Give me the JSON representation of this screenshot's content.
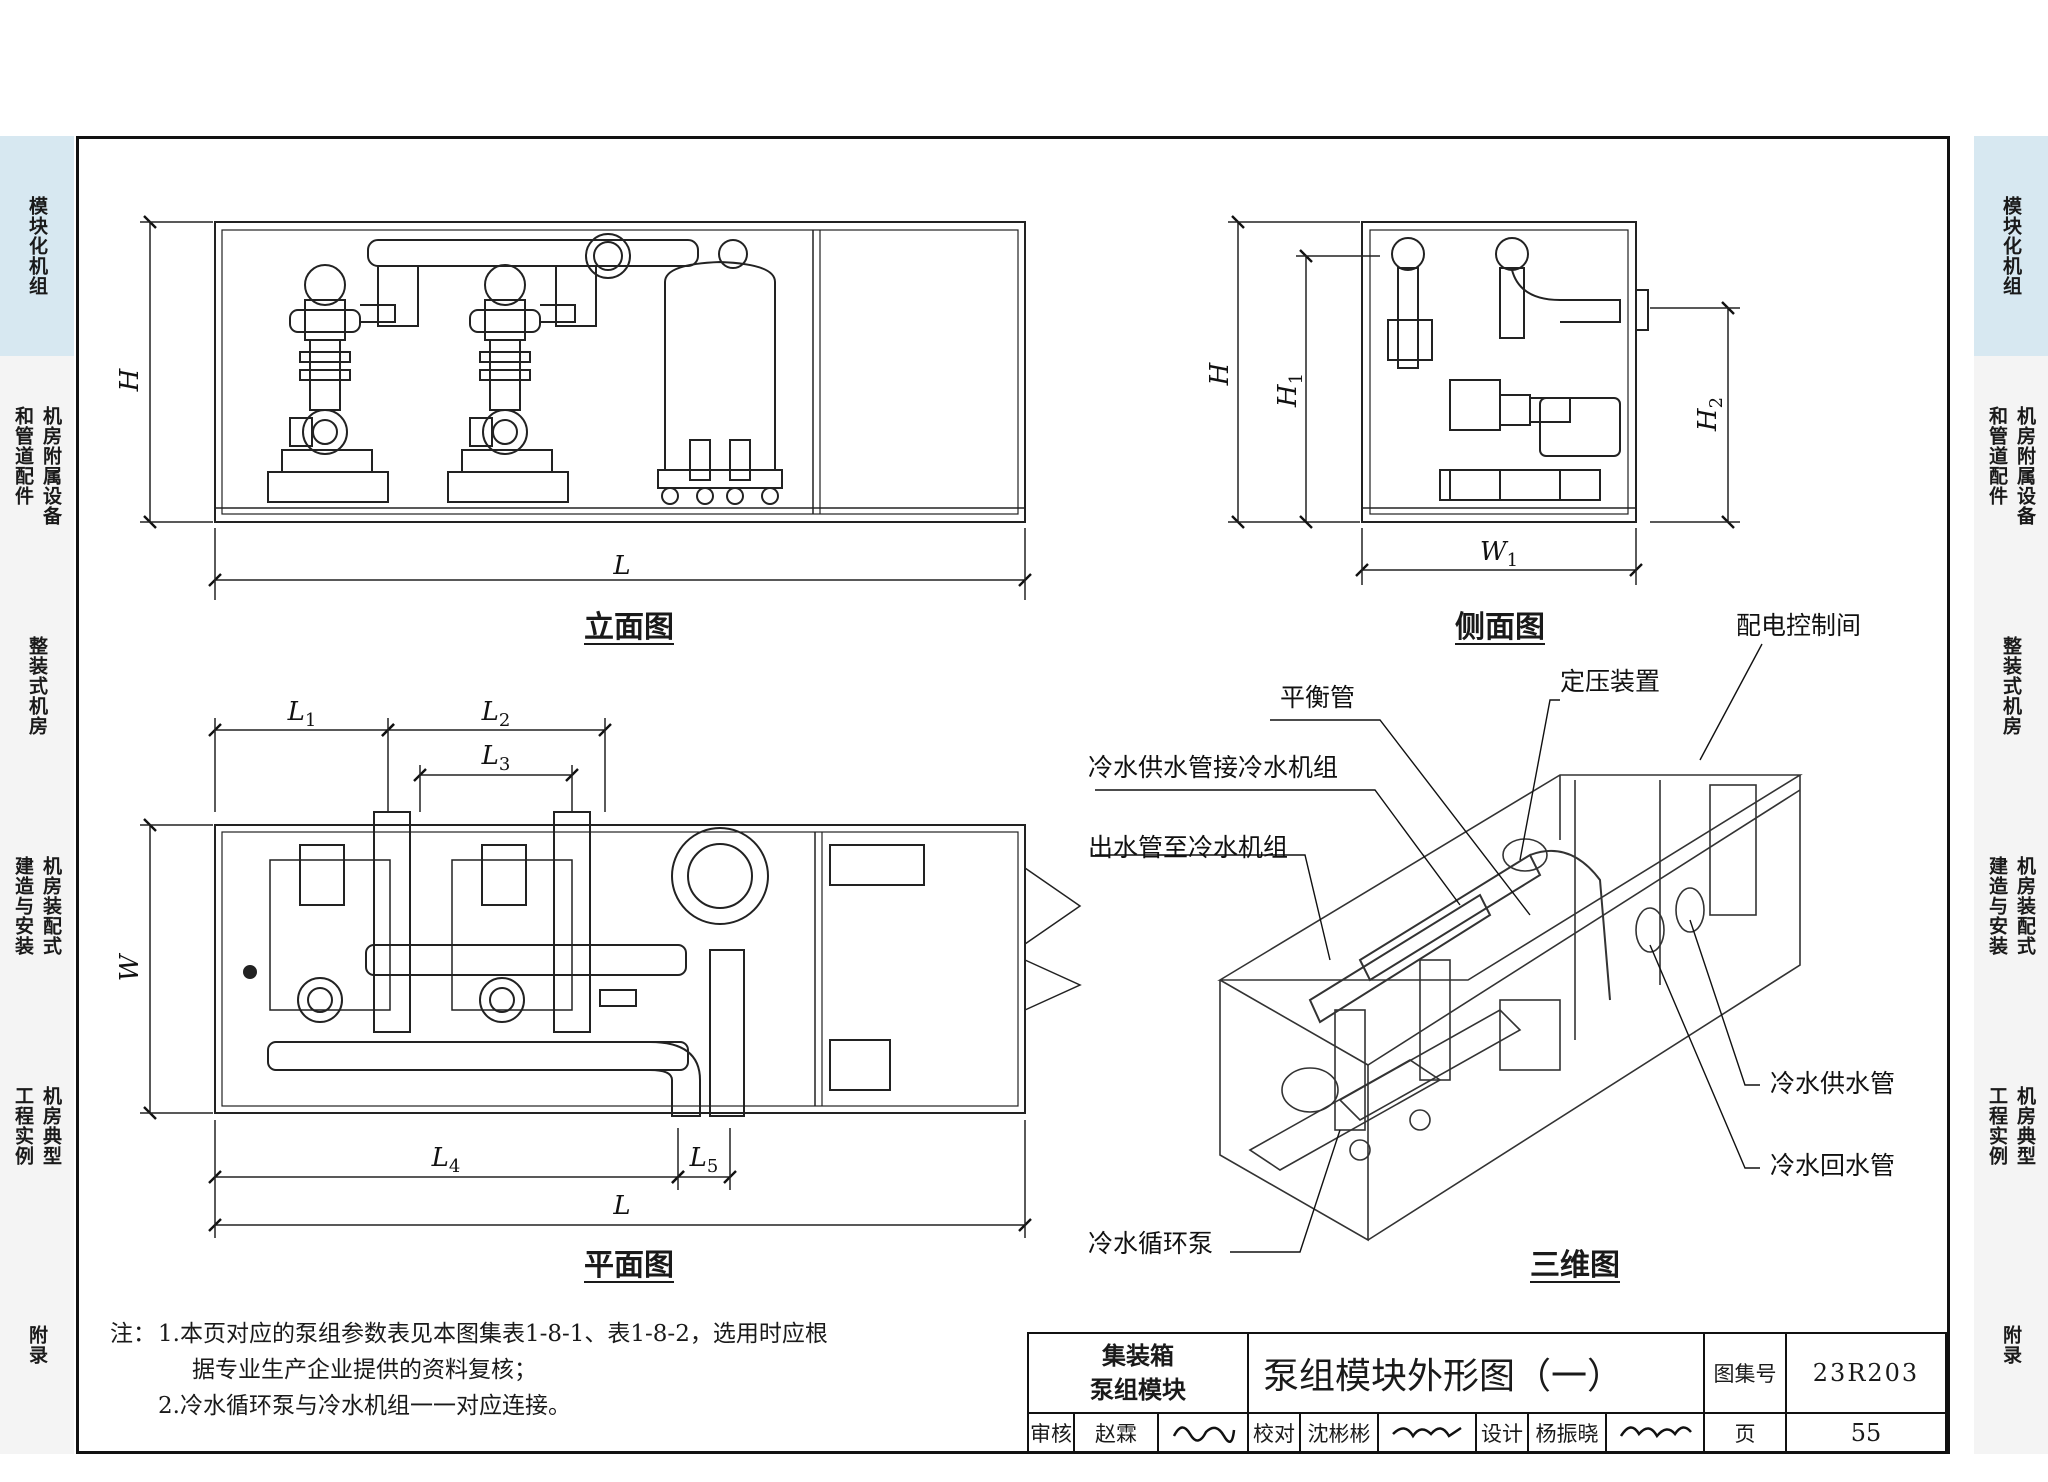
{
  "side_tabs": {
    "left": [
      {
        "cols": [
          "模块化机组"
        ],
        "active": true
      },
      {
        "cols": [
          "机房附属设备",
          "和管道配件"
        ],
        "active": false
      },
      {
        "cols": [
          "整装式机房"
        ],
        "active": false
      },
      {
        "cols": [
          "机房装配式",
          "建造与安装"
        ],
        "active": false
      },
      {
        "cols": [
          "机房典型",
          "工程实例"
        ],
        "active": false
      },
      {
        "cols": [
          "附录"
        ],
        "active": false
      }
    ],
    "right": [
      {
        "cols": [
          "模块化机组"
        ],
        "active": true
      },
      {
        "cols": [
          "机房附属设备",
          "和管道配件"
        ],
        "active": false
      },
      {
        "cols": [
          "整装式机房"
        ],
        "active": false
      },
      {
        "cols": [
          "机房装配式",
          "建造与安装"
        ],
        "active": false
      },
      {
        "cols": [
          "机房典型",
          "工程实例"
        ],
        "active": false
      },
      {
        "cols": [
          "附录"
        ],
        "active": false
      }
    ]
  },
  "views": {
    "elevation": "立面图",
    "side": "侧面图",
    "plan": "平面图",
    "three_d": "三维图"
  },
  "dims": {
    "H": "H",
    "L": "L",
    "W": "W",
    "H1": "H",
    "H1_sub": "1",
    "H2": "H",
    "H2_sub": "2",
    "W1": "W",
    "W1_sub": "1",
    "L1": "L",
    "L1_sub": "1",
    "L2": "L",
    "L2_sub": "2",
    "L3": "L",
    "L3_sub": "3",
    "L4": "L",
    "L4_sub": "4",
    "L5": "L",
    "L5_sub": "5"
  },
  "callouts": {
    "control_room": "配电控制间",
    "pressure_device": "定压装置",
    "balance_pipe": "平衡管",
    "supply_to_chiller": "冷水供水管接冷水机组",
    "outlet_to_chiller": "出水管至冷水机组",
    "supply_pipe": "冷水供水管",
    "return_pipe": "冷水回水管",
    "circ_pump": "冷水循环泵"
  },
  "notes": {
    "label": "注：",
    "line1": "1.本页对应的泵组参数表见本图集表1-8-1、表1-8-2，选用时应根",
    "line2": "据专业生产企业提供的资料复核；",
    "line3": "2.冷水循环泵与冷水机组一一对应连接。"
  },
  "title_block": {
    "module_line1": "集装箱",
    "module_line2": "泵组模块",
    "title": "泵组模块外形图（一）",
    "atlas_label": "图集号",
    "atlas_no": "23R203",
    "review_label": "审核",
    "reviewer": "赵霖",
    "check_label": "校对",
    "checker": "沈彬彬",
    "design_label": "设计",
    "designer": "杨振晓",
    "page_label": "页",
    "page_no": "55"
  }
}
